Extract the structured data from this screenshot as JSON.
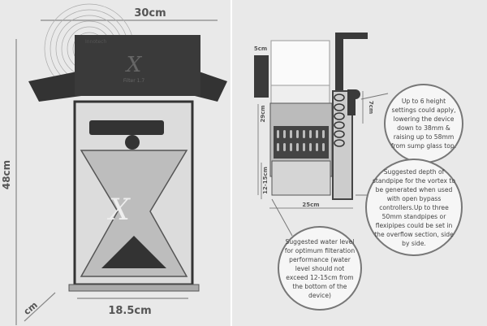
{
  "left_view": {
    "width_top": "30cm",
    "height": "48cm",
    "width_bottom": "18.5cm",
    "depth": "cm",
    "device_logo": "X",
    "device_model": "Filter 1.7",
    "brand": "Innotech"
  },
  "right_view": {
    "dim_5cm": "5cm",
    "dim_29cm": "29cm",
    "dim_7cm": "7cm",
    "dim_12_15cm": "12-15cm",
    "dim_25cm": "25cm",
    "callouts": [
      {
        "text": "Up to 6 height settings could apply, lowering the device down to 38mm & raising up to 58mm from sump glass top."
      },
      {
        "text": "Suggested depth of standpipe for the vortex to be generated when used with open bypass controllers.Up to three 50mm standpipes or flexipipes could be set in the overflow section, side by side."
      },
      {
        "text": "Suggested water level for optimum filteration performance (water level should not exceed 12-15cm from the bottom of the device)"
      }
    ]
  }
}
